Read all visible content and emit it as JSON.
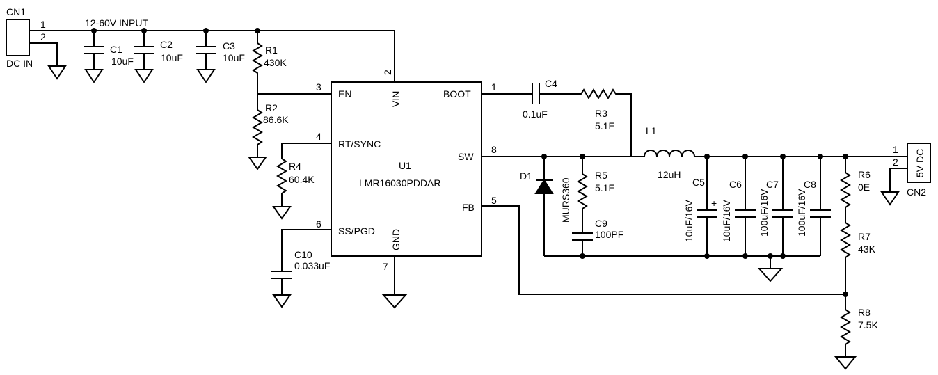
{
  "connectors": {
    "cn1": {
      "ref": "CN1",
      "value": "DC IN",
      "pin1": "1",
      "pin2": "2"
    },
    "cn2": {
      "ref": "CN2",
      "value": "5V DC",
      "pin1": "1",
      "pin2": "2"
    }
  },
  "input_label": "12-60V INPUT",
  "ic": {
    "ref": "U1",
    "part": "LMR16030PDDAR",
    "pins": {
      "en": {
        "name": "EN",
        "num": "3"
      },
      "vin": {
        "name": "VIN",
        "num": "2"
      },
      "boot": {
        "name": "BOOT",
        "num": "1"
      },
      "rt": {
        "name": "RT/SYNC",
        "num": "4"
      },
      "sw": {
        "name": "SW",
        "num": "8"
      },
      "fb": {
        "name": "FB",
        "num": "5"
      },
      "ss": {
        "name": "SS/PGD",
        "num": "6"
      },
      "gnd": {
        "name": "GND",
        "num": "7"
      }
    }
  },
  "parts": {
    "c1": {
      "ref": "C1",
      "value": "10uF"
    },
    "c2": {
      "ref": "C2",
      "value": "10uF"
    },
    "c3": {
      "ref": "C3",
      "value": "10uF"
    },
    "r1": {
      "ref": "R1",
      "value": "430K"
    },
    "r2": {
      "ref": "R2",
      "value": "86.6K"
    },
    "r4": {
      "ref": "R4",
      "value": "60.4K"
    },
    "c10": {
      "ref": "C10",
      "value": "0.033uF"
    },
    "c4": {
      "ref": "C4",
      "value": "0.1uF"
    },
    "r3": {
      "ref": "R3",
      "value": "5.1E"
    },
    "l1": {
      "ref": "L1",
      "value": "12uH"
    },
    "d1": {
      "ref": "D1",
      "value": "MURS360"
    },
    "r5": {
      "ref": "R5",
      "value": "5.1E"
    },
    "c9": {
      "ref": "C9",
      "value": "100PF"
    },
    "c5": {
      "ref": "C5",
      "value": "10uF/16V"
    },
    "c6": {
      "ref": "C6",
      "value": "10uF/16V"
    },
    "c7": {
      "ref": "C7",
      "value": "100uF/16V"
    },
    "c8": {
      "ref": "C8",
      "value": "100uF/16V"
    },
    "r6": {
      "ref": "R6",
      "value": "0E"
    },
    "r7": {
      "ref": "R7",
      "value": "43K"
    },
    "r8": {
      "ref": "R8",
      "value": "7.5K"
    }
  },
  "polarity_mark": "+"
}
